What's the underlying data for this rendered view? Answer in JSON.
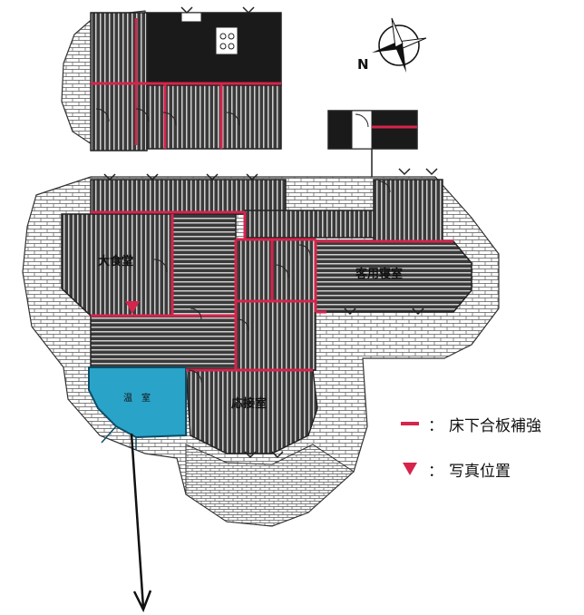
{
  "rooms": {
    "dining": "大食堂",
    "guest_bedroom": "客用寝室",
    "greenhouse": "温　室",
    "reception": "応接室"
  },
  "compass": {
    "north_label": "N"
  },
  "legend": {
    "separator": "：",
    "floor_reinforcement": "床下合板補強",
    "photo_position": "写真位置"
  },
  "colors": {
    "reinforcement_line": "#d6244c",
    "photo_marker": "#d6244c",
    "greenhouse_fill": "#2aa3c8",
    "floor_stripe": "#3a3a3a",
    "dark_room": "#1a1a1a"
  }
}
